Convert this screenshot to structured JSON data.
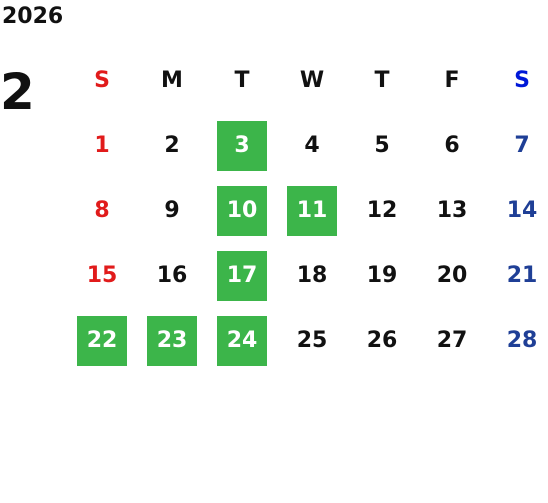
{
  "calendar": {
    "year": "2026",
    "month": "2",
    "weekday_headers": [
      "S",
      "M",
      "T",
      "W",
      "T",
      "F",
      "S"
    ],
    "weeks": [
      [
        "1",
        "2",
        "3",
        "4",
        "5",
        "6",
        "7"
      ],
      [
        "8",
        "9",
        "10",
        "11",
        "12",
        "13",
        "14"
      ],
      [
        "15",
        "16",
        "17",
        "18",
        "19",
        "20",
        "21"
      ],
      [
        "22",
        "23",
        "24",
        "25",
        "26",
        "27",
        "28"
      ]
    ],
    "highlighted_days": [
      "3",
      "10",
      "11",
      "17",
      "22",
      "23",
      "24"
    ]
  },
  "colors": {
    "highlight": "#3cb54a",
    "sunday": "#e11b1b",
    "saturday": "#1f3f96",
    "saturday_header": "#0018d8",
    "text": "#111111"
  }
}
